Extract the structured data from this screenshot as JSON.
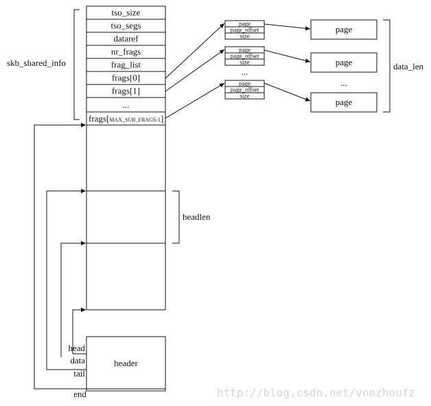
{
  "shared_info": {
    "label": "skb_shared_info",
    "fields": [
      "tso_size",
      "tso_segs",
      "dataref",
      "nr_frags",
      "frag_list",
      "frags[0]",
      "frags[1]",
      "..."
    ],
    "last_frag_prefix": "frags[",
    "last_frag_index": "MAX_SUB_FRAGS-1",
    "last_frag_suffix": "]"
  },
  "frag_descriptors": {
    "fields": [
      "page",
      "page_offset",
      "size"
    ],
    "ellipsis": "..."
  },
  "pages": {
    "label": "page",
    "ellipsis": "...",
    "group_label": "data_len"
  },
  "linear": {
    "headlen_label": "headlen"
  },
  "skb": {
    "header_label": "header",
    "pointers": [
      "head",
      "data",
      "tail",
      "end"
    ]
  },
  "watermark": "http://blog.csdn.net/vonzhoufz"
}
